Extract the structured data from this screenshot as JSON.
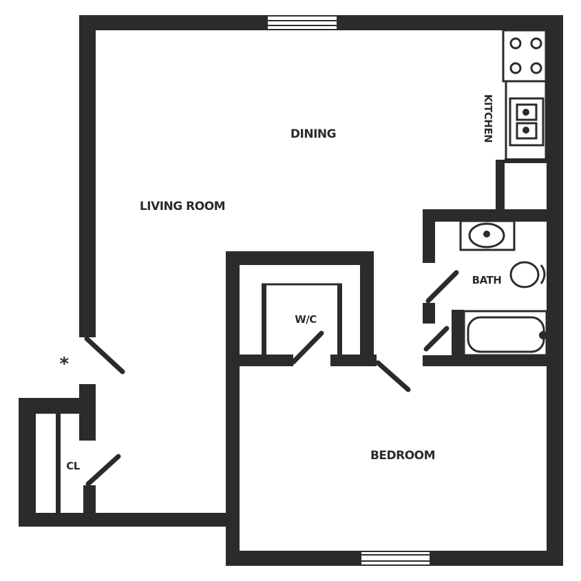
{
  "plan": {
    "colors": {
      "wall": "#2b2b2b",
      "background": "#ffffff"
    },
    "rooms": [
      {
        "id": "living",
        "label": "LIVING ROOM"
      },
      {
        "id": "dining",
        "label": "DINING"
      },
      {
        "id": "kitchen",
        "label": "KITCHEN"
      },
      {
        "id": "bath",
        "label": "BATH"
      },
      {
        "id": "wic",
        "label": "W/C"
      },
      {
        "id": "bedroom",
        "label": "BEDROOM"
      },
      {
        "id": "closet",
        "label": "CL"
      }
    ],
    "entry_marker": "*",
    "fixtures": [
      "range-4-burner",
      "kitchen-sink-double",
      "bathroom-sink",
      "toilet",
      "bathtub"
    ]
  }
}
